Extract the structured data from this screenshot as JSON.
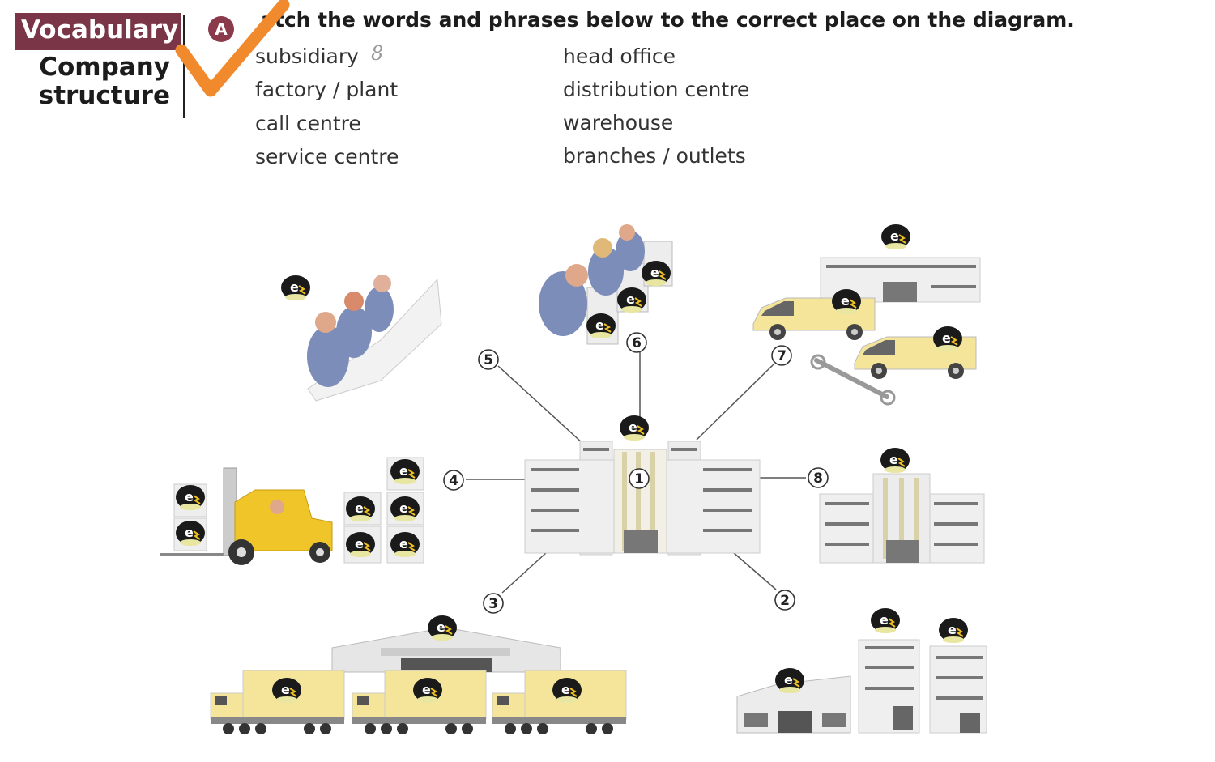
{
  "header": {
    "tab_label": "Vocabulary",
    "section_title_line1": "Company",
    "section_title_line2": "structure",
    "exercise_letter": "A",
    "instruction": "atch the words and phrases below to the correct place on the diagram."
  },
  "words": {
    "left": [
      "subsidiary",
      "factory / plant",
      "call centre",
      "service centre"
    ],
    "right": [
      "head office",
      "distribution centre",
      "warehouse",
      "branches / outlets"
    ]
  },
  "handwritten_answer": "8",
  "diagram": {
    "callouts": [
      "1",
      "2",
      "3",
      "4",
      "5",
      "6",
      "7",
      "8"
    ]
  },
  "colors": {
    "tab_bg": "#7a3646",
    "badge_bg": "#8b3a4c",
    "checkmark": "#f08a2c",
    "vehicle_yellow": "#f4e59a",
    "building_gray": "#ececec"
  }
}
